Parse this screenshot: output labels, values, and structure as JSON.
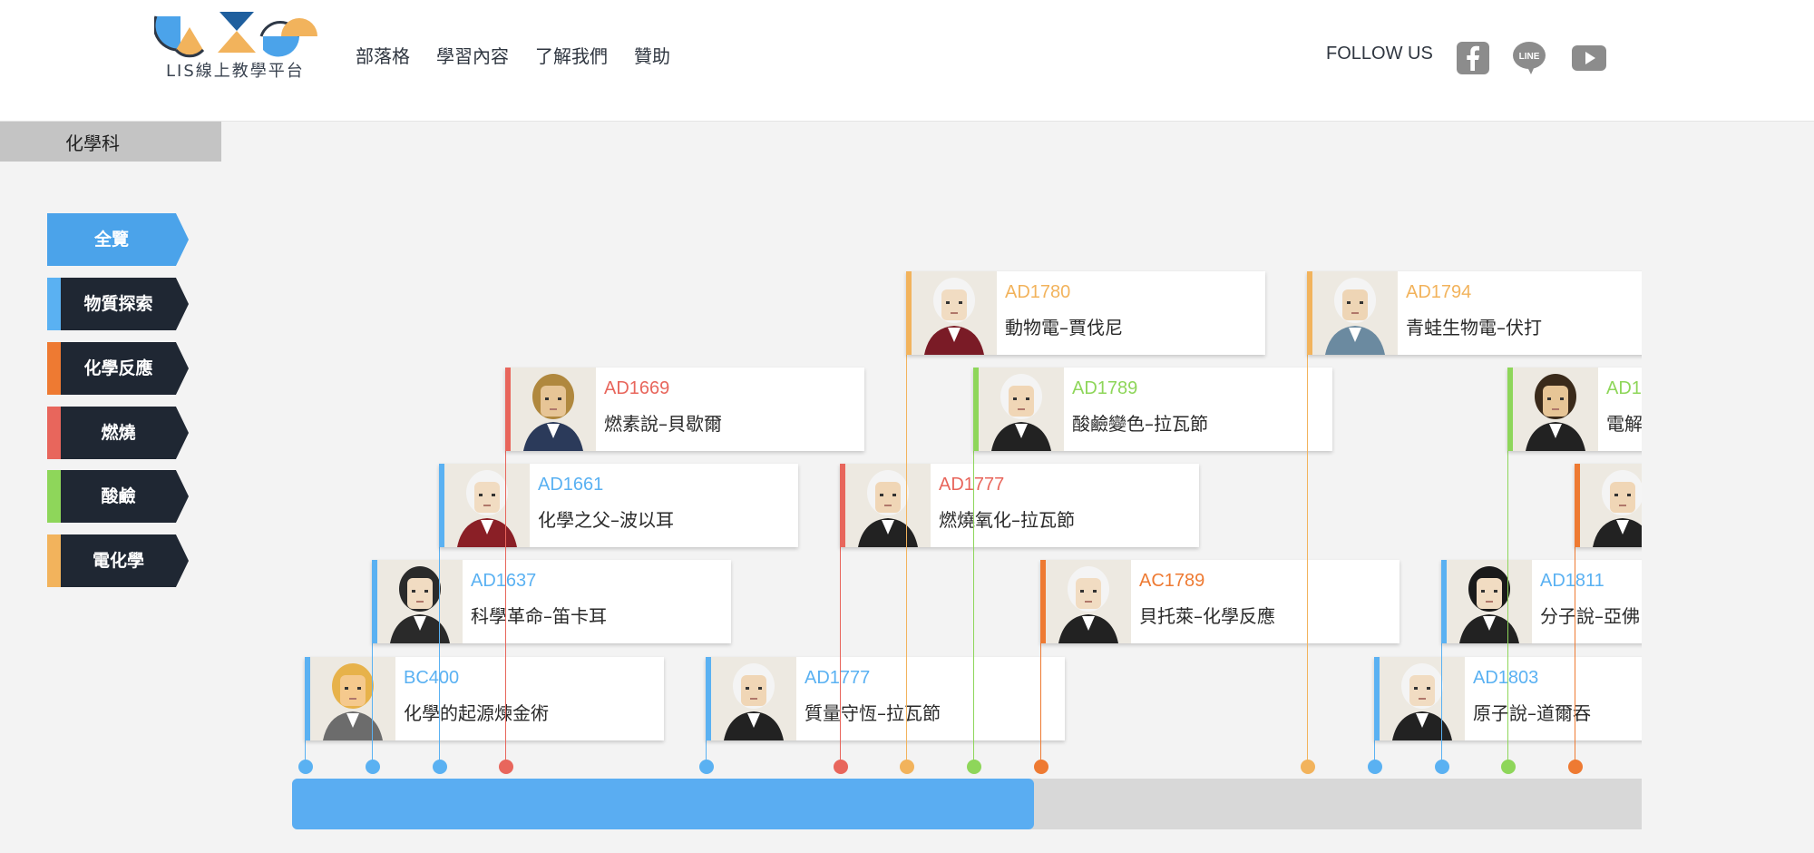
{
  "header": {
    "logo_text": "LIS線上教學平台",
    "nav": [
      "部落格",
      "學習內容",
      "了解我們",
      "贊助"
    ],
    "follow_label": "FOLLOW US",
    "social_icons": [
      "facebook-icon",
      "line-icon",
      "youtube-icon"
    ]
  },
  "subject_tab": "化學科",
  "categories": [
    {
      "label": "全覽",
      "color": "#4ba3ea",
      "active": true
    },
    {
      "label": "物質探索",
      "color": "#5ab1f2"
    },
    {
      "label": "化學反應",
      "color": "#ee7a32"
    },
    {
      "label": "燃燒",
      "color": "#e8665c"
    },
    {
      "label": "酸鹼",
      "color": "#8ed65a"
    },
    {
      "label": "電化學",
      "color": "#f2b35c"
    }
  ],
  "timeline": {
    "cards": [
      {
        "year": "BC400",
        "title": "化學的起源煉金術",
        "color": "#5ab1f2"
      },
      {
        "year": "AD1637",
        "title": "科學革命–笛卡耳",
        "color": "#5ab1f2"
      },
      {
        "year": "AD1661",
        "title": "化學之父–波以耳",
        "color": "#5ab1f2"
      },
      {
        "year": "AD1669",
        "title": "燃素說–貝歇爾",
        "color": "#e8665c"
      },
      {
        "year": "AD1777",
        "title": "質量守恆–拉瓦節",
        "color": "#5ab1f2"
      },
      {
        "year": "AD1777",
        "title": "燃燒氧化–拉瓦節",
        "color": "#e8665c"
      },
      {
        "year": "AD1780",
        "title": "動物電–賈伐尼",
        "color": "#f2b35c"
      },
      {
        "year": "AD1789",
        "title": "酸鹼變色–拉瓦節",
        "color": "#8ed65a"
      },
      {
        "year": "AC1789",
        "title": "貝托萊–化學反應",
        "color": "#ee7a32"
      },
      {
        "year": "AD1794",
        "title": "青蛙生物電–伏打",
        "color": "#f2b35c"
      },
      {
        "year": "AD1803",
        "title": "原子說–道爾吞",
        "color": "#5ab1f2"
      },
      {
        "year": "AD1811",
        "title": "分子說–亞佛",
        "color": "#5ab1f2"
      },
      {
        "year": "AD1",
        "title": "電解",
        "color": "#8ed65a"
      },
      {
        "year": "",
        "title": "",
        "color": "#ee7a32"
      }
    ],
    "scroll_progress": 0.55
  }
}
